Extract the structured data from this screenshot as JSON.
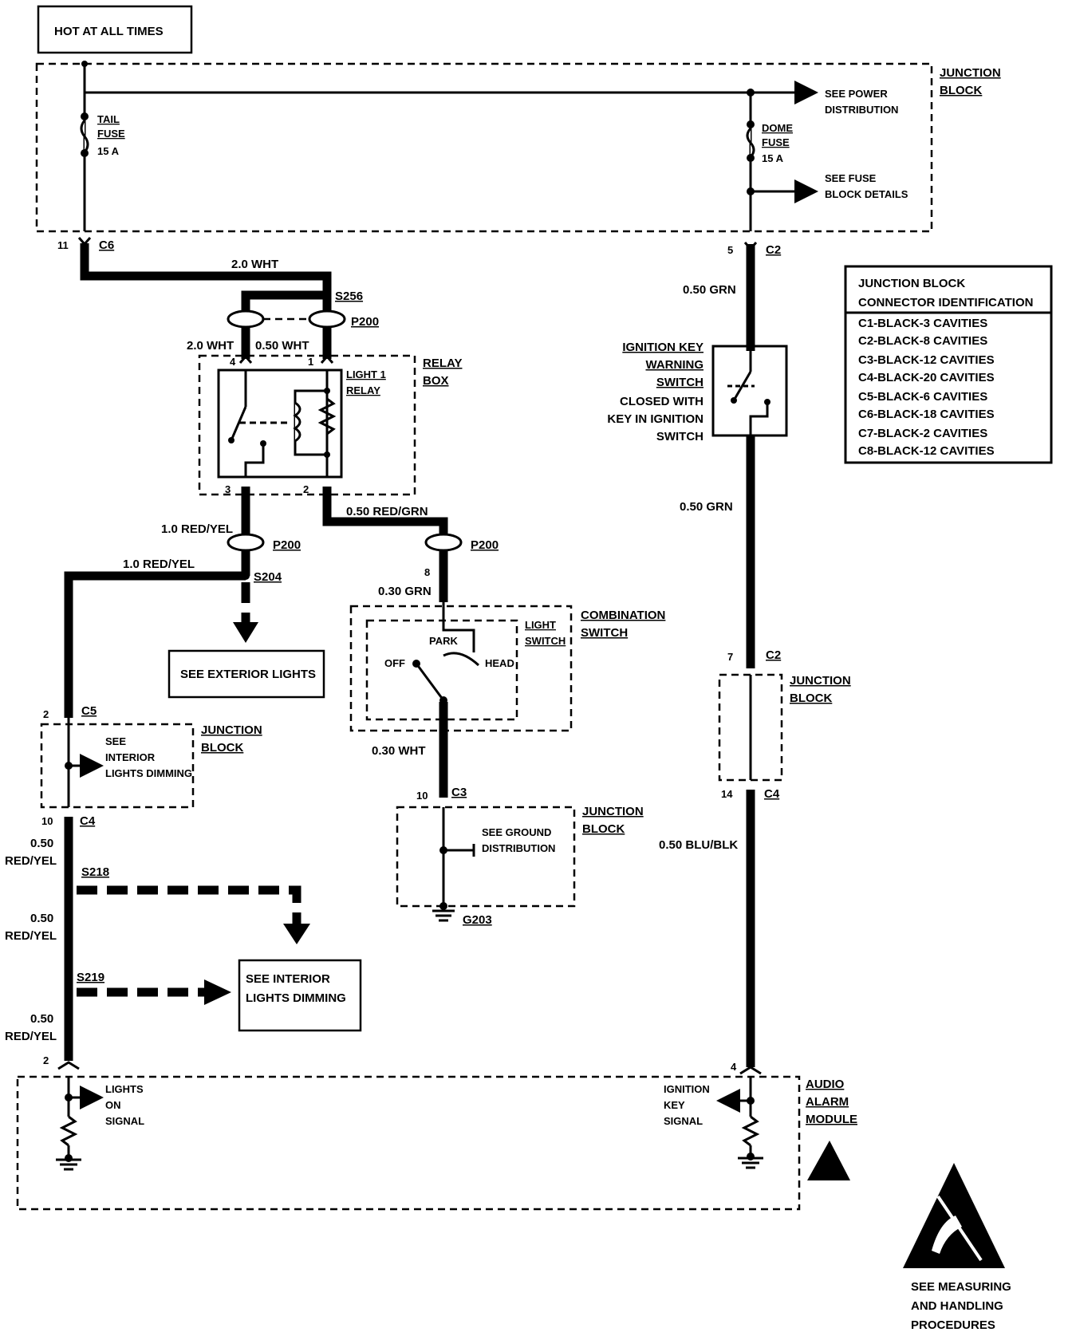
{
  "header": {
    "hot_label": "HOT AT ALL TIMES"
  },
  "junction_block_top": {
    "title_1": "JUNCTION",
    "title_2": "BLOCK",
    "tail_fuse_1": "TAIL",
    "tail_fuse_2": "FUSE",
    "tail_fuse_3": "15 A",
    "dome_fuse_1": "DOME",
    "dome_fuse_2": "FUSE",
    "dome_fuse_3": "15 A",
    "see_power_1": "SEE POWER",
    "see_power_2": "DISTRIBUTION",
    "see_fuse_1": "SEE FUSE",
    "see_fuse_2": "BLOCK DETAILS",
    "pin_11": "11",
    "c6": "C6",
    "pin_5": "5",
    "c2": "C2"
  },
  "wires": {
    "w_2wht": "2.0 WHT",
    "w_2wht_b": "2.0 WHT",
    "w_050wht": "0.50 WHT",
    "w_050grn_a": "0.50 GRN",
    "w_050grn_b": "0.50 GRN",
    "w_10ry_a": "1.0 RED/YEL",
    "w_10ry_b": "1.0 RED/YEL",
    "w_050rg": "0.50 RED/GRN",
    "w_030grn": "0.30 GRN",
    "w_030wht": "0.30 WHT",
    "w_050bb": "0.50 BLU/BLK",
    "w_ry1a": "0.50",
    "w_ry1b": "RED/YEL",
    "w_ry2a": "0.50",
    "w_ry2b": "RED/YEL",
    "w_ry3a": "0.50",
    "w_ry3b": "RED/YEL"
  },
  "splices": {
    "s256": "S256",
    "s204": "S204",
    "s218": "S218",
    "s219": "S219",
    "p200_a": "P200",
    "p200_b": "P200",
    "p200_c": "P200",
    "g203": "G203"
  },
  "relay": {
    "title_1": "RELAY",
    "title_2": "BOX",
    "name_1": "LIGHT 1",
    "name_2": "RELAY",
    "pin_4": "4",
    "pin_1": "1",
    "pin_3": "3",
    "pin_2": "2"
  },
  "conn_table": {
    "title_1": "JUNCTION BLOCK",
    "title_2": "CONNECTOR IDENTIFICATION",
    "rows": [
      "C1-BLACK-3 CAVITIES",
      "C2-BLACK-8 CAVITIES",
      "C3-BLACK-12 CAVITIES",
      "C4-BLACK-20 CAVITIES",
      "C5-BLACK-6 CAVITIES",
      "C6-BLACK-18 CAVITIES",
      "C7-BLACK-2 CAVITIES",
      "C8-BLACK-12 CAVITIES"
    ]
  },
  "ign_switch": {
    "l1": "IGNITION KEY",
    "l2": "WARNING",
    "l3": "SWITCH",
    "l4": "CLOSED WITH",
    "l5": "KEY IN IGNITION",
    "l6": "SWITCH"
  },
  "combination": {
    "title_1": "COMBINATION",
    "title_2": "SWITCH",
    "light_1": "LIGHT",
    "light_2": "SWITCH",
    "park": "PARK",
    "off": "OFF",
    "head": "HEAD",
    "pin_8": "8"
  },
  "see_exterior": "SEE EXTERIOR LIGHTS",
  "jb_c5": {
    "pin_2": "2",
    "c5": "C5",
    "pin_10": "10",
    "c4": "C4",
    "title_1": "JUNCTION",
    "title_2": "BLOCK",
    "see_1": "SEE",
    "see_2": "INTERIOR",
    "see_3": "LIGHTS DIMMING"
  },
  "jb_c3": {
    "pin_10": "10",
    "c3": "C3",
    "title_1": "JUNCTION",
    "title_2": "BLOCK",
    "see_1": "SEE GROUND",
    "see_2": "DISTRIBUTION"
  },
  "jb_c2": {
    "pin_7": "7",
    "c2": "C2",
    "pin_14": "14",
    "c4": "C4",
    "title_1": "JUNCTION",
    "title_2": "BLOCK"
  },
  "see_interior_1": "SEE INTERIOR",
  "see_interior_2": "LIGHTS DIMMING",
  "alarm": {
    "title_1": "AUDIO",
    "title_2": "ALARM",
    "title_3": "MODULE",
    "pin_2": "2",
    "pin_4": "4",
    "lights_1": "LIGHTS",
    "lights_2": "ON",
    "lights_3": "SIGNAL",
    "ign_1": "IGNITION",
    "ign_2": "KEY",
    "ign_3": "SIGNAL"
  },
  "esd": {
    "l1": "SEE MEASURING",
    "l2": "AND HANDLING",
    "l3": "PROCEDURES"
  }
}
